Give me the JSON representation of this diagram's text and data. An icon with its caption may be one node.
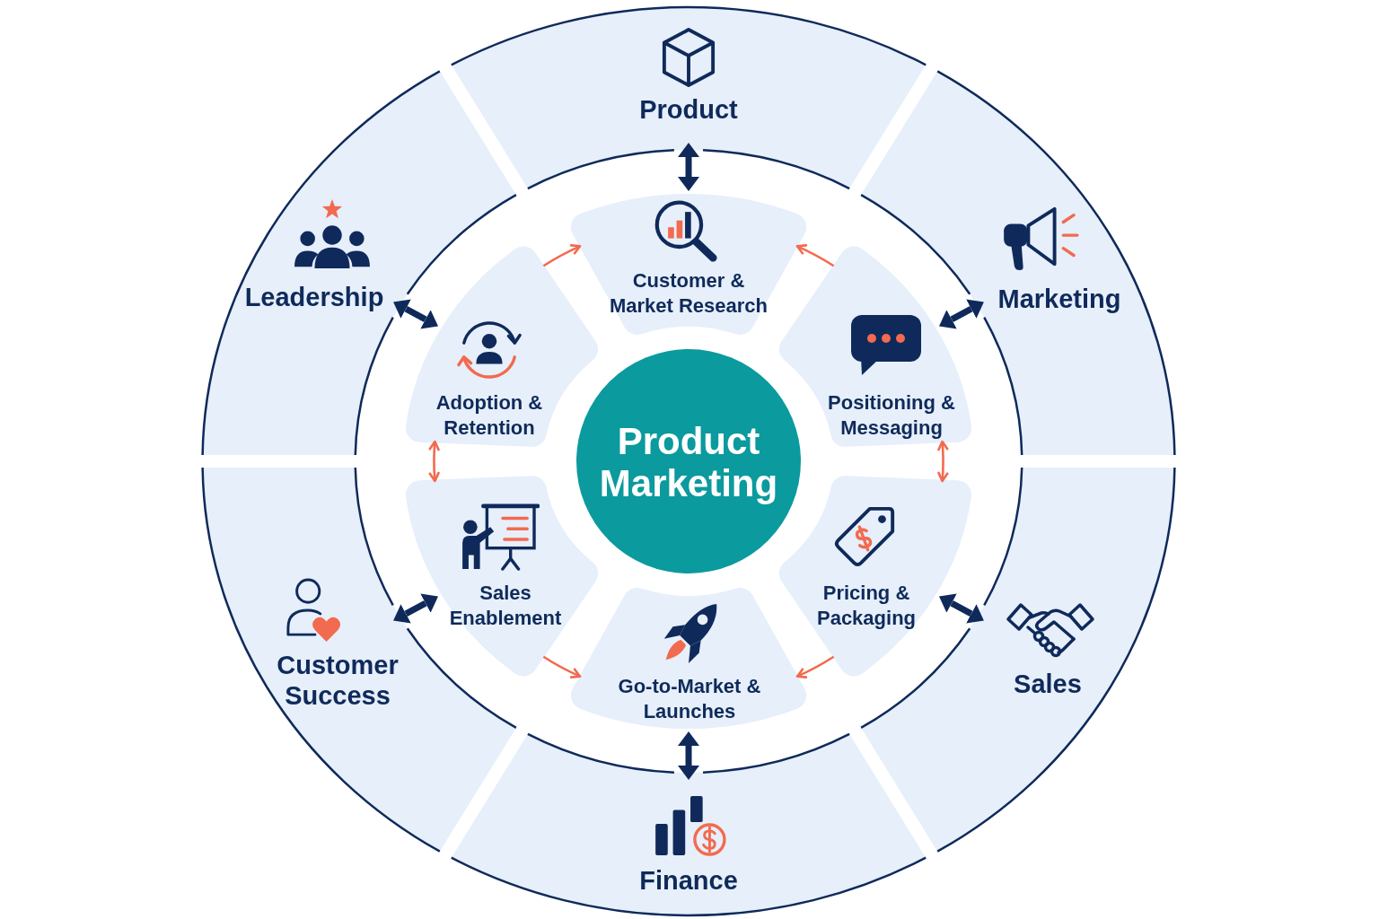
{
  "diagram": {
    "nodes": [
      {
        "text": [
          "Product Marketing"
        ]
      },
      {
        "text": [
          "Customer & Market Research"
        ]
      },
      {
        "text": [
          "Positioning & Messaging"
        ]
      },
      {
        "text": [
          "Pricing & Packaging"
        ]
      },
      {
        "text": [
          "Go-to-Market & Launches"
        ]
      },
      {
        "text": [
          "Sales Enablement"
        ]
      },
      {
        "text": [
          "Adoption & Retention"
        ]
      },
      {
        "text": [
          "Product"
        ]
      },
      {
        "text": [
          "Marketing"
        ]
      },
      {
        "text": [
          "Sales"
        ]
      },
      {
        "text": [
          "Finance"
        ]
      },
      {
        "text": [
          "Customer Success"
        ]
      },
      {
        "text": [
          "Leadership"
        ]
      }
    ],
    "edges": [
      {
        "from": 6,
        "to": 1,
        "arrow": "to",
        "color": "#f26a4f"
      },
      {
        "from": 2,
        "to": 1,
        "arrow": "to",
        "color": "#f26a4f"
      },
      {
        "from": 2,
        "to": 3,
        "arrow": "both",
        "color": "#f26a4f"
      },
      {
        "from": 3,
        "to": 4,
        "arrow": "to",
        "color": "#f26a4f"
      },
      {
        "from": 5,
        "to": 4,
        "arrow": "to",
        "color": "#f26a4f"
      },
      {
        "from": 5,
        "to": 6,
        "arrow": "both",
        "color": "#f26a4f"
      },
      {
        "from": 7,
        "to": 1,
        "arrow": "both",
        "style": "thick",
        "color": "#0f2a5a"
      },
      {
        "from": 8,
        "to": 2,
        "arrow": "both",
        "style": "thick",
        "color": "#0f2a5a"
      },
      {
        "from": 9,
        "to": 3,
        "arrow": "both",
        "style": "thick",
        "color": "#0f2a5a"
      },
      {
        "from": 10,
        "to": 4,
        "arrow": "both",
        "style": "thick",
        "color": "#0f2a5a"
      },
      {
        "from": 11,
        "to": 5,
        "arrow": "both",
        "style": "thick",
        "color": "#0f2a5a"
      },
      {
        "from": 12,
        "to": 6,
        "arrow": "both",
        "style": "thick",
        "color": "#0f2a5a"
      }
    ]
  }
}
